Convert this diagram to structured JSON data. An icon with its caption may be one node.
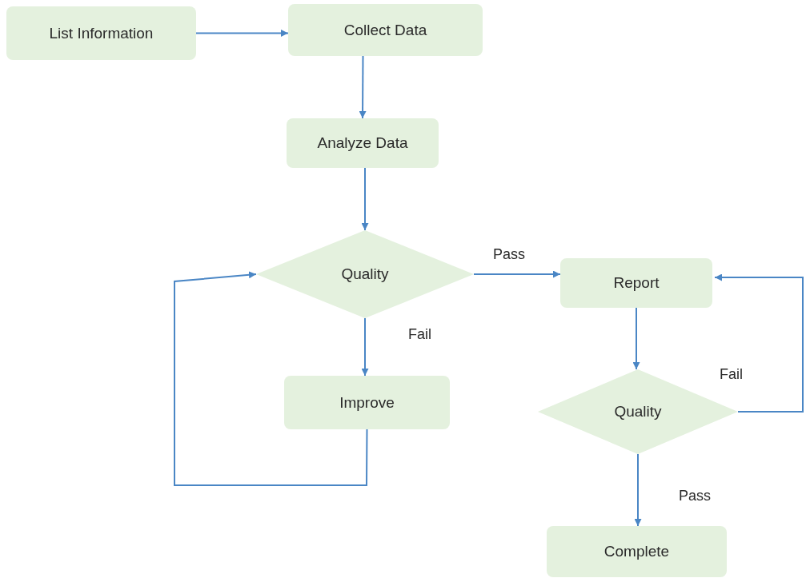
{
  "diagram": {
    "nodes": [
      {
        "text": [
          "List Information"
        ]
      },
      {
        "text": [
          "Collect Data"
        ]
      },
      {
        "text": [
          "Analyze Data"
        ]
      },
      {
        "text": [
          "Quality"
        ]
      },
      {
        "text": [
          "Report"
        ]
      },
      {
        "text": [
          "Improve"
        ]
      },
      {
        "text": [
          "Quality"
        ]
      },
      {
        "text": [
          "Complete"
        ]
      }
    ],
    "edges": [
      {
        "from": 0,
        "to": 1,
        "arrow": "to"
      },
      {
        "from": 1,
        "to": 2,
        "arrow": "to"
      },
      {
        "from": 2,
        "to": 3,
        "arrow": "to"
      },
      {
        "from": 3,
        "to": 4,
        "arrow": "to",
        "label": "Pass"
      },
      {
        "from": 3,
        "to": 5,
        "arrow": "to",
        "label": "Fail"
      },
      {
        "from": 5,
        "to": 3,
        "arrow": "to"
      },
      {
        "from": 4,
        "to": 6,
        "arrow": "to"
      },
      {
        "from": 6,
        "to": 4,
        "arrow": "to",
        "label": "Fail"
      },
      {
        "from": 6,
        "to": 7,
        "arrow": "to",
        "label": "Pass"
      }
    ]
  }
}
